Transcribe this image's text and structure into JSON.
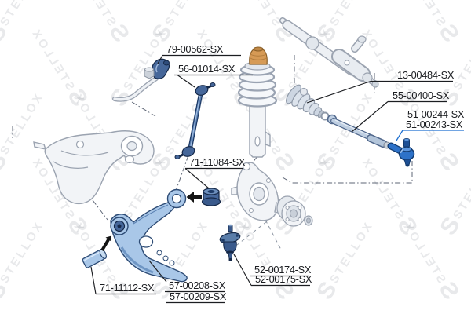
{
  "watermark": {
    "text": "STELLOX",
    "logo_letter": "S"
  },
  "colors": {
    "highlight_blue": "#1e6fd0",
    "label_black": "#1b1d21",
    "part_dark_blue": "#46679a",
    "part_light_blue": "#a9c7e8",
    "bump_stop_orange": "#d69a55"
  },
  "labels": {
    "stabilizer_bushing": "79-00562-SX",
    "stabilizer_link": "56-01014-SX",
    "steering_rack_boot": "13-00484-SX",
    "axial_rod": "55-00400-SX",
    "tie_rod_end_pair": "51-00244-SX",
    "tie_rod_end_selected": "51-00243-SX",
    "control_arm_bushing": "71-11084-SX",
    "control_arm_sleeve": "71-11112-SX",
    "control_arm_a": "57-00208-SX",
    "control_arm_b": "57-00209-SX",
    "ball_joint_a": "52-00174-SX",
    "ball_joint_b": "52-00175-SX"
  }
}
